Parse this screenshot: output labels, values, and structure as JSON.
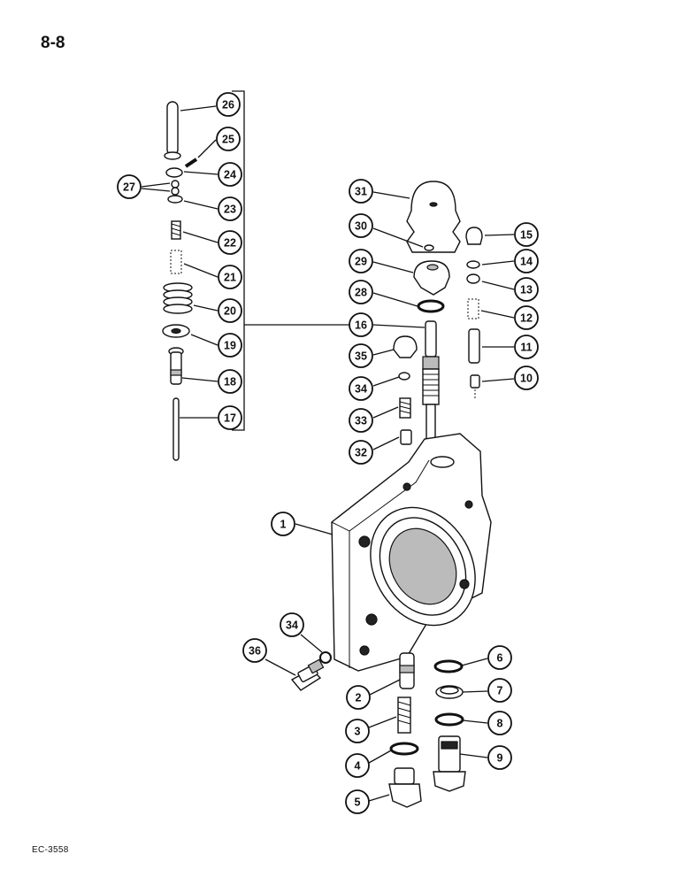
{
  "page_number": "8-8",
  "figure_code": "EC-3558",
  "callouts": [
    {
      "num": "1"
    },
    {
      "num": "2"
    },
    {
      "num": "3"
    },
    {
      "num": "4"
    },
    {
      "num": "5"
    },
    {
      "num": "6"
    },
    {
      "num": "7"
    },
    {
      "num": "8"
    },
    {
      "num": "9"
    },
    {
      "num": "10"
    },
    {
      "num": "11"
    },
    {
      "num": "12"
    },
    {
      "num": "13"
    },
    {
      "num": "14"
    },
    {
      "num": "15"
    },
    {
      "num": "16"
    },
    {
      "num": "17"
    },
    {
      "num": "18"
    },
    {
      "num": "19"
    },
    {
      "num": "20"
    },
    {
      "num": "21"
    },
    {
      "num": "22"
    },
    {
      "num": "23"
    },
    {
      "num": "24"
    },
    {
      "num": "25"
    },
    {
      "num": "26"
    },
    {
      "num": "27"
    },
    {
      "num": "28"
    },
    {
      "num": "29"
    },
    {
      "num": "30"
    },
    {
      "num": "31"
    },
    {
      "num": "32"
    },
    {
      "num": "33"
    },
    {
      "num": "34"
    },
    {
      "num": "35"
    },
    {
      "num": "34"
    },
    {
      "num": "36"
    }
  ]
}
